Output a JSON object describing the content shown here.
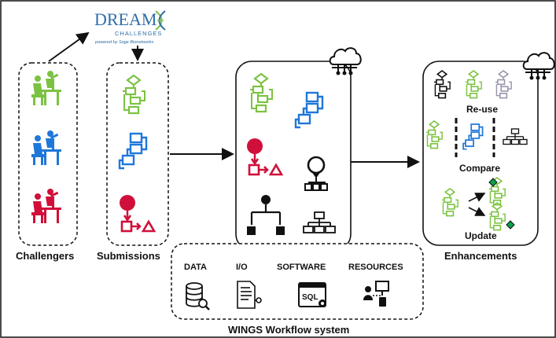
{
  "logo": {
    "brand_line1": "DREAM",
    "brand_line2": "CHALLENGES",
    "brand_line3": "powered by Sage Bionetworks"
  },
  "labels": {
    "challengers": "Challengers",
    "submissions": "Submissions",
    "enhancements": "Enhancements",
    "wings": "WINGS Workflow system",
    "reuse": "Re-use",
    "compare": "Compare",
    "update": "Update"
  },
  "wings_components": [
    {
      "label": "DATA",
      "icon": "database-search-icon"
    },
    {
      "label": "I/O",
      "icon": "document-io-icon"
    },
    {
      "label": "SOFTWARE",
      "icon": "sql-window-icon"
    },
    {
      "label": "RESOURCES",
      "icon": "user-monitor-icon"
    }
  ],
  "sql_text": "SQL",
  "colors": {
    "green": "#7cc242",
    "blue": "#1f77d9",
    "red": "#d0103a",
    "black": "#111111",
    "gray": "#9a94ad",
    "logo_blue": "#2f6ea8"
  }
}
